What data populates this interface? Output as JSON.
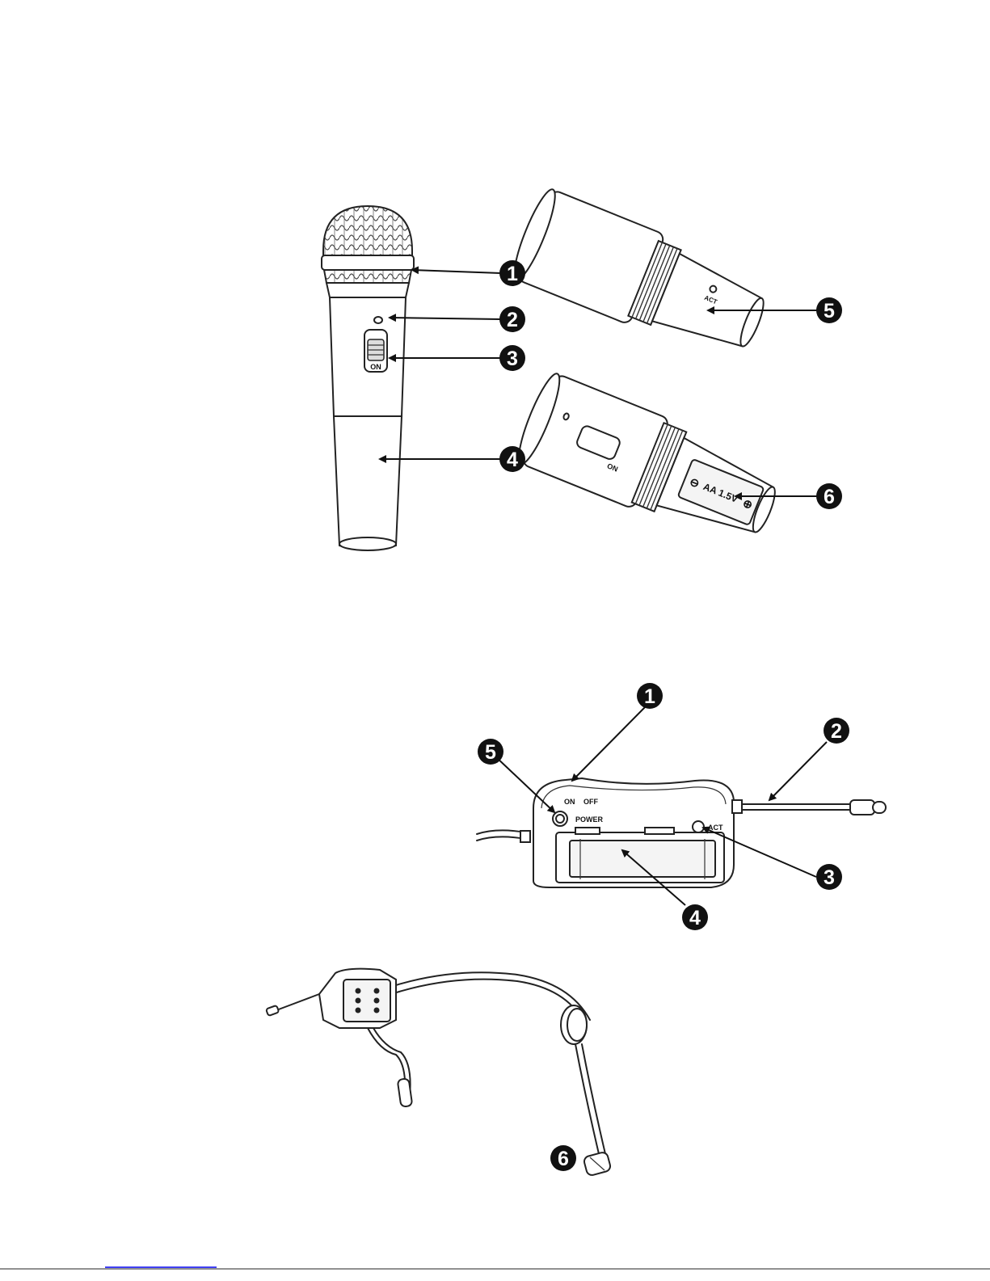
{
  "handheld": {
    "callouts": [
      "1",
      "2",
      "3",
      "4",
      "5",
      "6"
    ],
    "switch_label": "ON",
    "act_label": "ACT",
    "battery_text": "AA 1.5V",
    "battery_minus": "⊖",
    "battery_plus": "⊕"
  },
  "bodypack": {
    "callouts": [
      "1",
      "2",
      "3",
      "4",
      "5"
    ],
    "on_label": "ON",
    "off_label": "OFF",
    "power_label": "POWER",
    "act_label": "ACT"
  },
  "headset": {
    "callouts": [
      "6"
    ]
  },
  "colors": {
    "line": "#222222",
    "badge": "#111111",
    "footer_rule": "#0000ee"
  }
}
